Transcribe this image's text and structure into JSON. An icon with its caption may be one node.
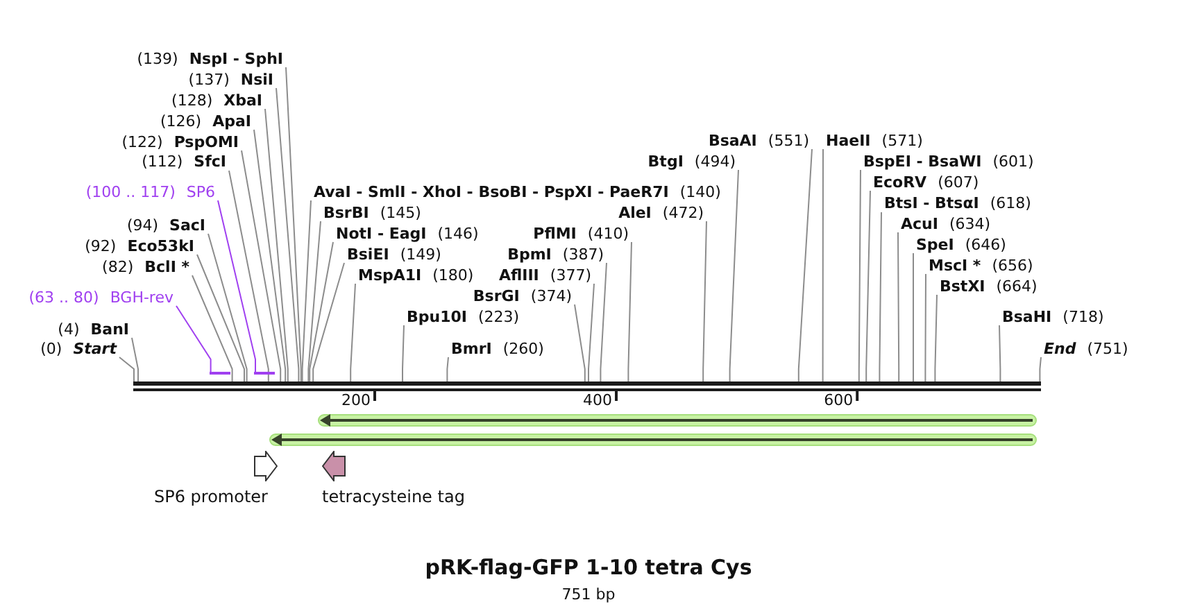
{
  "diagram": {
    "title": "pRK-flag-GFP 1-10 tetra Cys",
    "caption": "751 bp",
    "nodes": [
      {
        "text": [
          "(139)",
          "NspI - SphI"
        ]
      },
      {
        "text": [
          "(137)",
          "NsiI"
        ]
      },
      {
        "text": [
          "(128)",
          "XbaI"
        ]
      },
      {
        "text": [
          "(126)",
          "ApaI"
        ]
      },
      {
        "text": [
          "(122)",
          "PspOMI"
        ]
      },
      {
        "text": [
          "(112)",
          "SfcI"
        ]
      },
      {
        "text": [
          "(100 .. 117)",
          "SP6"
        ]
      },
      {
        "text": [
          "(94)",
          "SacI"
        ]
      },
      {
        "text": [
          "(92)",
          "Eco53kI"
        ]
      },
      {
        "text": [
          "(82)",
          "BclI *"
        ]
      },
      {
        "text": [
          "(63 .. 80)",
          "BGH-rev"
        ]
      },
      {
        "text": [
          "(4)",
          "BanI"
        ]
      },
      {
        "text": [
          "(0)",
          "Start"
        ]
      },
      {
        "text": [
          "AvaI - SmlI - XhoI - BsoBI - PspXI - PaeR7I",
          "(140)"
        ]
      },
      {
        "text": [
          "BsrBI",
          "(145)"
        ]
      },
      {
        "text": [
          "NotI - EagI",
          "(146)"
        ]
      },
      {
        "text": [
          "BsiEI",
          "(149)"
        ]
      },
      {
        "text": [
          "MspA1I",
          "(180)"
        ]
      },
      {
        "text": [
          "Bpu10I",
          "(223)"
        ]
      },
      {
        "text": [
          "BmrI",
          "(260)"
        ]
      },
      {
        "text": [
          "BsrGI",
          "(374)"
        ]
      },
      {
        "text": [
          "AflIII",
          "(377)"
        ]
      },
      {
        "text": [
          "BpmI",
          "(387)"
        ]
      },
      {
        "text": [
          "PflMI",
          "(410)"
        ]
      },
      {
        "text": [
          "AleI",
          "(472)"
        ]
      },
      {
        "text": [
          "BtgI",
          "(494)"
        ]
      },
      {
        "text": [
          "BsaAI",
          "(551)"
        ]
      },
      {
        "text": [
          "HaeII",
          "(571)"
        ]
      },
      {
        "text": [
          "BspEI - BsaWI",
          "(601)"
        ]
      },
      {
        "text": [
          "EcoRV",
          "(607)"
        ]
      },
      {
        "text": [
          "BtsI - BtsαI",
          "(618)"
        ]
      },
      {
        "text": [
          "AcuI",
          "(634)"
        ]
      },
      {
        "text": [
          "SpeI",
          "(646)"
        ]
      },
      {
        "text": [
          "MscI *",
          "(656)"
        ]
      },
      {
        "text": [
          "BstXI",
          "(664)"
        ]
      },
      {
        "text": [
          "BsaHI",
          "(718)"
        ]
      },
      {
        "text": [
          "End",
          "(751)"
        ]
      },
      {
        "text": [],
        "shape": "bar"
      },
      {
        "text": [],
        "shape": "bar"
      },
      {
        "text": [],
        "shape": "bar"
      },
      {
        "text": [],
        "shape": "arrow"
      },
      {
        "text": [],
        "shape": "arrow"
      },
      {
        "text": [
          "SP6 promoter"
        ]
      },
      {
        "text": [
          "tetracysteine tag"
        ]
      }
    ],
    "edges": [
      {
        "from": 0,
        "to": 37,
        "arrow": "none"
      },
      {
        "from": 1,
        "to": 37,
        "arrow": "none"
      },
      {
        "from": 2,
        "to": 37,
        "arrow": "none"
      },
      {
        "from": 3,
        "to": 37,
        "arrow": "none"
      },
      {
        "from": 4,
        "to": 37,
        "arrow": "none"
      },
      {
        "from": 5,
        "to": 37,
        "arrow": "none"
      },
      {
        "from": 6,
        "to": 39,
        "arrow": "none",
        "color": "#a040f0"
      },
      {
        "from": 7,
        "to": 37,
        "arrow": "none"
      },
      {
        "from": 8,
        "to": 37,
        "arrow": "none"
      },
      {
        "from": 9,
        "to": 37,
        "arrow": "none"
      },
      {
        "from": 10,
        "to": 38,
        "arrow": "none",
        "color": "#a040f0"
      },
      {
        "from": 11,
        "to": 37,
        "arrow": "none"
      },
      {
        "from": 12,
        "to": 37,
        "arrow": "none"
      },
      {
        "from": 13,
        "to": 37,
        "arrow": "none"
      },
      {
        "from": 14,
        "to": 37,
        "arrow": "none"
      },
      {
        "from": 15,
        "to": 37,
        "arrow": "none"
      },
      {
        "from": 16,
        "to": 37,
        "arrow": "none"
      },
      {
        "from": 17,
        "to": 37,
        "arrow": "none"
      },
      {
        "from": 18,
        "to": 37,
        "arrow": "none"
      },
      {
        "from": 19,
        "to": 37,
        "arrow": "none"
      },
      {
        "from": 20,
        "to": 37,
        "arrow": "none"
      },
      {
        "from": 21,
        "to": 37,
        "arrow": "none"
      },
      {
        "from": 22,
        "to": 37,
        "arrow": "none"
      },
      {
        "from": 23,
        "to": 37,
        "arrow": "none"
      },
      {
        "from": 24,
        "to": 37,
        "arrow": "none"
      },
      {
        "from": 25,
        "to": 37,
        "arrow": "none"
      },
      {
        "from": 26,
        "to": 37,
        "arrow": "none"
      },
      {
        "from": 27,
        "to": 37,
        "arrow": "none"
      },
      {
        "from": 28,
        "to": 37,
        "arrow": "none"
      },
      {
        "from": 29,
        "to": 37,
        "arrow": "none"
      },
      {
        "from": 30,
        "to": 37,
        "arrow": "none"
      },
      {
        "from": 31,
        "to": 37,
        "arrow": "none"
      },
      {
        "from": 32,
        "to": 37,
        "arrow": "none"
      },
      {
        "from": 33,
        "to": 37,
        "arrow": "none"
      },
      {
        "from": 34,
        "to": 37,
        "arrow": "none"
      },
      {
        "from": 35,
        "to": 37,
        "arrow": "none"
      },
      {
        "from": 36,
        "to": 37,
        "arrow": "none"
      }
    ],
    "labels": [
      "200",
      "400",
      "600"
    ]
  }
}
